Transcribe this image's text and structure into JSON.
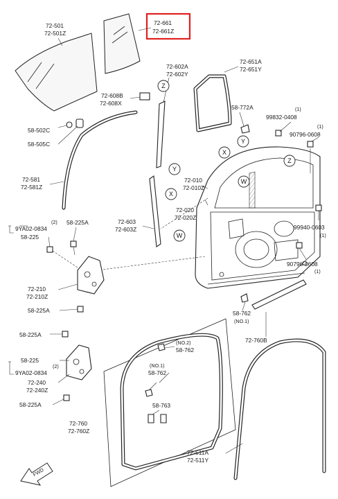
{
  "diagram": {
    "callouts": {
      "main_glass": [
        "72-501",
        "72-501Z"
      ],
      "quarter_glass": [
        "72-661",
        "72-661Z"
      ],
      "quarter_frame": [
        "72-651A",
        "72-651Y"
      ],
      "channel_upper": [
        "72-602A",
        "72-602Y"
      ],
      "bracket_608": [
        "72-608B",
        "72-608X"
      ],
      "plug_772": [
        "58-772A"
      ],
      "bolt_99832": [
        "99832-0408",
        "(1)"
      ],
      "bolt_90796_top": [
        "90796-0608",
        "(1)"
      ],
      "clip_502": [
        "58-502C"
      ],
      "clip_505": [
        "58-505C"
      ],
      "run_channel": [
        "72-581",
        "72-581Z"
      ],
      "door_shell": [
        "72-010",
        "72-010Z"
      ],
      "door_frame": [
        "72-020",
        "72-020Z"
      ],
      "sash_603": [
        "72-603",
        "72-603Z"
      ],
      "screw_9ya02_top": [
        "(2)",
        "9YA02-0834"
      ],
      "bolt_225_top": [
        "58-225"
      ],
      "bolt_225a_top": [
        "58-225A"
      ],
      "hinge_upper": [
        "72-210",
        "72-210Z"
      ],
      "bolt_225a_mid": [
        "58-225A"
      ],
      "bolt_225a_low": [
        "58-225A"
      ],
      "bolt_225_low": [
        "58-225"
      ],
      "screw_9ya02_low": [
        "(2)",
        "9YA02-0834"
      ],
      "hinge_lower": [
        "72-240",
        "72-240Z"
      ],
      "bolt_225a_bottom": [
        "58-225A"
      ],
      "bolt_99940": [
        "99940-0603",
        "(1)"
      ],
      "bolt_90796_low": [
        "90796-0608",
        "(1)"
      ],
      "clip_762_no1_right": [
        "58-762",
        "(NO.1)"
      ],
      "moulding_760b": [
        "72-760B"
      ],
      "clip_762_no2": [
        "(NO.2)",
        "58-762"
      ],
      "clip_762_no1_box": [
        "(NO.1)",
        "58-762"
      ],
      "clip_763": [
        "58-763"
      ],
      "weatherstrip_760": [
        "72-760",
        "72-760Z"
      ],
      "weatherstrip_511": [
        "72-511A",
        "72-511Y"
      ]
    },
    "markers": {
      "z": "Z",
      "y": "Y",
      "x": "X",
      "w": "W"
    },
    "fwd_label": "FWD"
  }
}
